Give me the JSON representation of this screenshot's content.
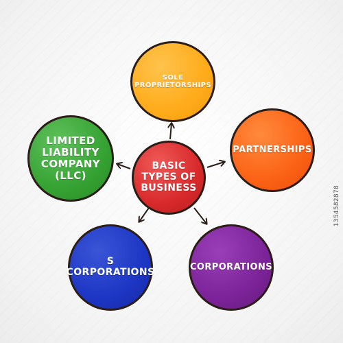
{
  "diagram": {
    "center": {
      "lines": [
        "Basic",
        "Types of",
        "Business"
      ],
      "color": "#d8292b"
    },
    "nodes": [
      {
        "id": "sole",
        "lines": [
          "Sole",
          "Proprietorships"
        ],
        "color": "#ffab1a"
      },
      {
        "id": "partnerships",
        "lines": [
          "Partnerships"
        ],
        "color": "#fb6215"
      },
      {
        "id": "corporations",
        "lines": [
          "Corporations"
        ],
        "color": "#7c2399"
      },
      {
        "id": "s_corporations",
        "lines": [
          "S",
          "Corporations"
        ],
        "color": "#1d36c4"
      },
      {
        "id": "llc",
        "lines": [
          "Limited",
          "Liability",
          "Company",
          "(LLC)"
        ],
        "color": "#36a233"
      }
    ],
    "arrow_color": "#2b1d17"
  },
  "stock_id": "1354582878"
}
